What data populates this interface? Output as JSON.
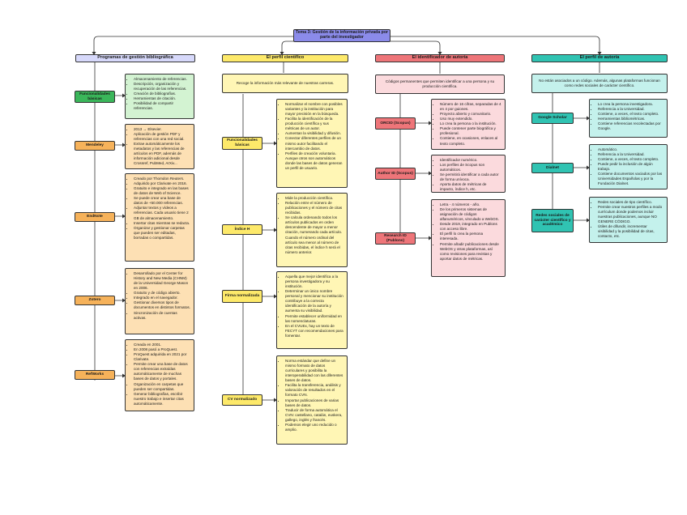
{
  "root": {
    "label": "Tema 3: Gestión de la información privada por parte del investigador"
  },
  "columns": {
    "programas": {
      "header": "Programas de gestión bibliográfica",
      "items": [
        {
          "label": "Funcionalidades básicas",
          "bullets": [
            "Almacenamiento de referencias.",
            "Descripción, organización y recuperación de las referencias.",
            "Creación de bibliografías.",
            "Herramientas de citación.",
            "Posibilidad de compartir referencias."
          ]
        },
        {
          "label": "Mendeley",
          "bullets": [
            "2013 → Elsevier.",
            "Aplicación de gestión PDF y referencias con una red social.",
            "Extrae automáticamente los metadatos y las referencias de artículos en PDF, además de información adicional desde Crossref, PubMed, ArXiv..."
          ]
        },
        {
          "label": "EndNote",
          "bullets": [
            "Creado por Thomdon Reuters.",
            "Adquirido por Clarivate en 2016.",
            "Gratuito e integrado en las bases de datos de Web of Science.",
            "Se puede crear una base de datos de +50.000 referencias.",
            "Adjuntar textos y vídeos a referencias. Cada usuario tiene 2 GB de almacenamiento.",
            "Insertar citas mientras se redacta.",
            "Organizar y gestionar carpetas que pueden ser editadas, borradas o compartidas."
          ]
        },
        {
          "label": "Zotero",
          "bullets": [
            "Desarrollado por el Center for History and New Media (CHNM) de la Universidad George Mason en 2006.",
            "Gratuito y de código abierto.",
            "Integrado en el navegador.",
            "Gestionar diversos tipos de documentos en distintos formatos.",
            "Sincronización de cuentas activas."
          ]
        },
        {
          "label": "RefWorks",
          "bullets": [
            "Creada en 2001.",
            "En 2008 pasó a ProQuest.",
            "ProQuest adquirida en 2021 por Clarivate.",
            "Permite crear una base de datos con referencias extraídas automáticamente de muchas bases de datos y portales.",
            "Organización en carpetas que pueden ser compartidas.",
            "Generar bibliografías, escribir nuestro trabajo e insertar citas automáticamente."
          ]
        }
      ]
    },
    "perfil_cientifico": {
      "header": "El perfil científico",
      "intro": "Recoge la información más relevante de nuestras carreras.",
      "items": [
        {
          "label": "Funcionalidades básicas",
          "bullets": [
            "Normalizar el nombre con posibles variantes y la institución para mayor precisión en la búsqueda.",
            "Facilita la identificación de la producción científica y sus métricas de un autor.",
            "Aumentan la visibilidad y difusión.",
            "Conectar diferentes perfiles de un mismo autor facilitando el intercambio de datos.",
            "Perfiles de creación voluntaria. Aunque otros son automáticos donde las bases de datos generan un perfil de usuario."
          ]
        },
        {
          "label": "Índice H",
          "bullets": [
            "Mide la producción científica.",
            "Relación entre el número de publicaciones y el número de citas recibidas.",
            "Se calcula ordenando todos los artículos publicados en orden descendente de mayor a menor citación, numerando cada artículo. Cuando el número ordinal del artículo sea menor al número de citas recibidas, el índice h será el número anterior."
          ]
        },
        {
          "label": "Firma normalizada",
          "bullets": [
            "Aquella que mejor identifica a la persona investigadora y su institución.",
            "Determinar un único nombre personal y mencionar su institución contribuye a la correcta identificación de la autoría y aumenta su visibilidad.",
            "Permite establecer uniformidad en las nomenclaturas.",
            "En el CVUEx, hay un texto de FECYT con recomendaciones para fomentar."
          ]
        },
        {
          "label": "CV normalizado",
          "bullets": [
            "Norma estándar que define un mismo formato de datos curriculares y posibilita la interoperabilidad con las diferentes bases de datos.",
            "Facilita la transferencia, análisis y valoración de resultados en el formato CVN.",
            "Importar publicaciones de varias bases de datos.",
            "Traducir de forma automática el CVN: castellano, catalán, euskera, gallego, inglés y francés.",
            "Podemos elegir uno reducido o amplio."
          ]
        }
      ]
    },
    "identificador": {
      "header": "El identificador de autoría",
      "intro": "Códigos permanentes que permiten identificar a una persona y su producción científica.",
      "items": [
        {
          "label": "ORCID (Scopus)",
          "bullets": [
            "Número de 16 cifras, separadas de 4 en 4 por guiones.",
            "Proyecto abierto y comunitario.",
            "Uso muy extendido.",
            "Lo crea la persona o la institución.",
            "Puede contener parte biográfica y profesional.",
            "Contiene, en ocasiones, enlaces al texto completo."
          ]
        },
        {
          "label": "Author ID (Scopus)",
          "bullets": [
            "Identificador numérico.",
            "Los perfiles de Scopus son automáticos.",
            "Se permitirá identificar a cada autor de forma unívoca.",
            "Aporta datos de métricas de impacto, índice h, etc."
          ]
        },
        {
          "label": "Research ID (Publons)",
          "bullets": [
            "Letra - 4 números - año.",
            "De los primeros sistemas de asignación de códigos alfanuméricos, vinculado a WebOS.",
            "Desde 2019, integrado en Publons con acceso libre.",
            "El perfil lo crea la persona interesada.",
            "Permite añadir publicaciones desde WebOS y otras plataformas, así como revisiones para revistas y aportar datos de métricas."
          ]
        }
      ]
    },
    "perfil_autoria": {
      "header": "El perfil de autoría",
      "intro": "No están asociados a un código. Además, algunas plataformas funcionan como redes sociales de carácter científico.",
      "items": [
        {
          "label": "Google Scholar",
          "bullets": [
            "Lo crea la persona investigadora.",
            "Referencia a la Universidad.",
            "Contiene, a veces, el texto completo.",
            "Herramientas bibliométricas.",
            "Contiene referencias recolectadas por Google."
          ]
        },
        {
          "label": "Dialnet",
          "bullets": [
            "Automático.",
            "Referencia a la Universidad.",
            "Contiene, a veces, el texto completo.",
            "Puede pedir la inclusión de algún trabajo.",
            "Contiene documentos vaciados por las Universidades Españolas y por la Fundación Dialnet."
          ]
        },
        {
          "label": "Redes sociales de carácter científico y académico",
          "bullets": [
            "Redes sociales de tipo científico.",
            "Permite crear nuestros perfiles a modo currículum donde podemos incluir nuestras publicaciones, aunque NO GENERE CÓDIGO.",
            "Útiles de difundir, incrementar visibilidad y la posibilidad de citas, contacto, etc."
          ]
        }
      ]
    }
  }
}
